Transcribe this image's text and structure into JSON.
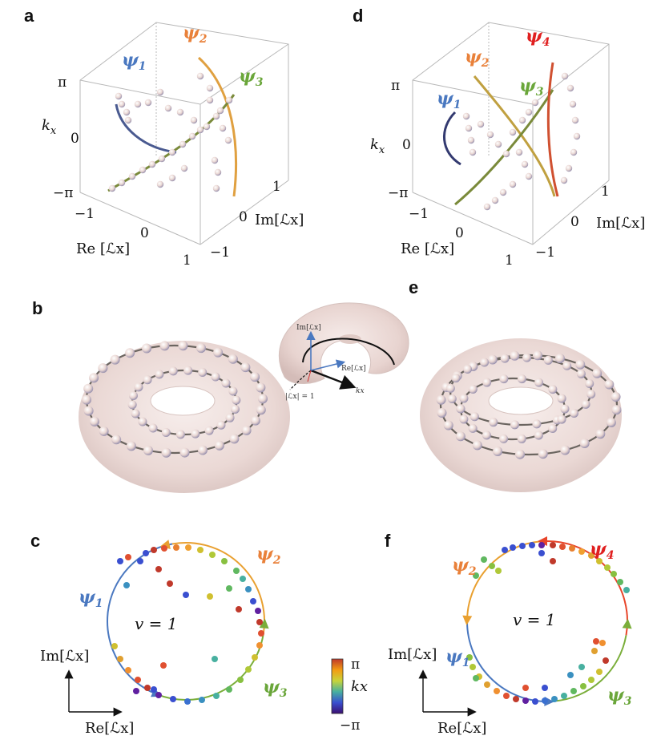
{
  "panel_labels": {
    "a": "a",
    "b": "b",
    "c": "c",
    "d": "d",
    "e": "e",
    "f": "f"
  },
  "psi": {
    "p1": {
      "sym": "ψ",
      "sub": "1",
      "color": "#4a78c0"
    },
    "p2": {
      "sym": "ψ",
      "sub": "2",
      "color": "#e9813a"
    },
    "p3": {
      "sym": "ψ",
      "sub": "3",
      "color": "#6aa63a"
    },
    "p4": {
      "sym": "ψ",
      "sub": "4",
      "color": "#e02020"
    }
  },
  "axes3d": {
    "kx": "kx",
    "kx_ticks": [
      "π",
      "0",
      "−π"
    ],
    "re": "Re [ℒx]",
    "im": "Im[ℒx]",
    "re_ticks": [
      "−1",
      "0",
      "1"
    ],
    "im_ticks": [
      "1",
      "0",
      "−1"
    ]
  },
  "inset": {
    "im": "Im[ℒx]",
    "re": "Re[ℒx]",
    "kx": "kx",
    "unit": "|ℒx| = 1"
  },
  "winding": {
    "c": "v = 1",
    "f": "v = 1"
  },
  "plane_axes": {
    "im": "Im[ℒx]",
    "re": "Re[ℒx]"
  },
  "colorbar": {
    "top": "π",
    "mid": "kx",
    "bottom": "−π"
  },
  "colors": {
    "blue": "#4a78c0",
    "orange": "#e9a030",
    "green": "#7aae3a",
    "red": "#e8452a"
  }
}
